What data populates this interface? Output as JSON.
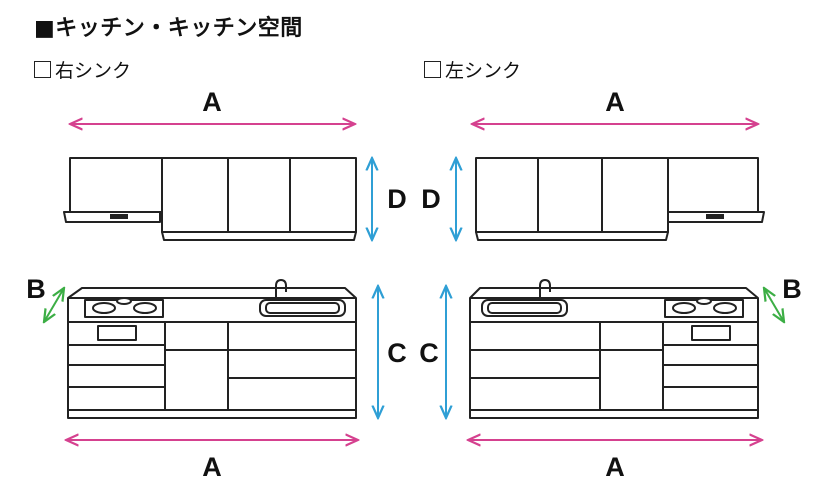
{
  "title": "■キッチン・キッチン空間",
  "options": [
    {
      "label": "右シンク",
      "checked": false
    },
    {
      "label": "左シンク",
      "checked": false
    }
  ],
  "dimensions": {
    "A": "A",
    "B": "B",
    "C": "C",
    "D": "D"
  },
  "colors": {
    "width_arrow": "#d5418f",
    "height_arrow": "#2f9fd5",
    "depth_arrow": "#3cae45",
    "line": "#222222"
  }
}
